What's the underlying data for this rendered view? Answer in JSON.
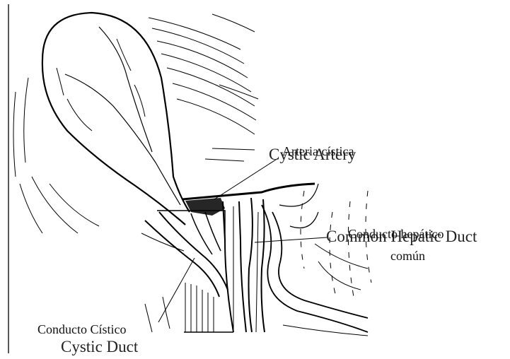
{
  "labels": {
    "cystic_artery_es": "Arteria cística",
    "cystic_artery_en": "Cystic Artery",
    "hepatic_duct_es_line1": "Conducto hepático",
    "hepatic_duct_es_line2": "común",
    "hepatic_duct_en": "Common Hepatic Duct",
    "cystic_duct_es": "Conducto Cístico",
    "cystic_duct_en": "Cystic Duct"
  },
  "colors": {
    "ink": "#000000",
    "background": "#ffffff"
  }
}
